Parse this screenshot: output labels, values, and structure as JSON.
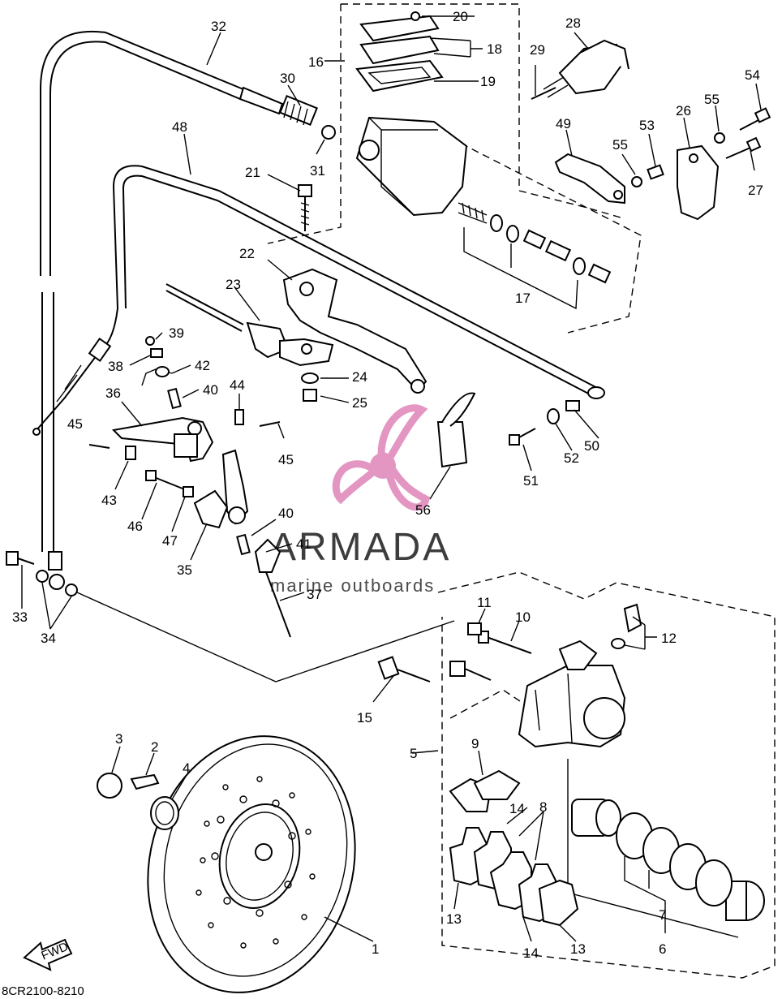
{
  "diagram": {
    "diagram_code": "8CR2100-8210",
    "direction_label": "FWD",
    "watermark": {
      "brand": "ARMADA",
      "tagline": "marine outboards",
      "logo_color": "#e28bbd",
      "text_color": "#3d3d3d"
    },
    "callouts": [
      "1",
      "2",
      "3",
      "4",
      "5",
      "6",
      "7",
      "8",
      "9",
      "10",
      "11",
      "12",
      "13",
      "13",
      "14",
      "14",
      "15",
      "16",
      "17",
      "18",
      "19",
      "20",
      "21",
      "22",
      "23",
      "24",
      "25",
      "26",
      "27",
      "28",
      "29",
      "30",
      "31",
      "32",
      "33",
      "34",
      "35",
      "36",
      "37",
      "38",
      "39",
      "40",
      "40",
      "41",
      "42",
      "43",
      "44",
      "45",
      "45",
      "46",
      "47",
      "48",
      "49",
      "50",
      "51",
      "52",
      "53",
      "54",
      "55",
      "55",
      "56"
    ]
  }
}
